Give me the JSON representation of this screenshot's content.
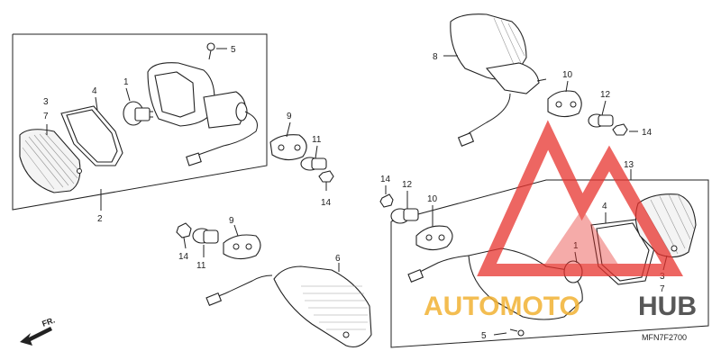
{
  "diagram": {
    "code": "MFN7F2700",
    "fr_label": "FR.",
    "callouts": {
      "l_bulb": "1",
      "l_assy": "2",
      "l_lens_a": "3",
      "l_lens_b": "7",
      "l_gasket": "4",
      "l_screw": "5",
      "l_rub9": "9",
      "l_col11": "11",
      "l_nut14": "14",
      "b_rub9": "9",
      "b_col11": "11",
      "b_nut14": "14",
      "b_light6": "6",
      "r_light8": "8",
      "r_rub10": "10",
      "r_col12": "12",
      "r_nut14": "14",
      "rb_assy13": "13",
      "rb_nut14": "14",
      "rb_col12": "12",
      "rb_rub10": "10",
      "rb_gasket4": "4",
      "rb_bulb1": "1",
      "rb_lens3": "3",
      "rb_lens7": "7",
      "rb_screw5": "5"
    }
  },
  "watermark": {
    "brand_left": "AUTOMOTO",
    "brand_right": "HUB",
    "colors": {
      "accent": "#e8332e",
      "gold": "#f2b233",
      "dark": "#3a3a3a"
    }
  }
}
